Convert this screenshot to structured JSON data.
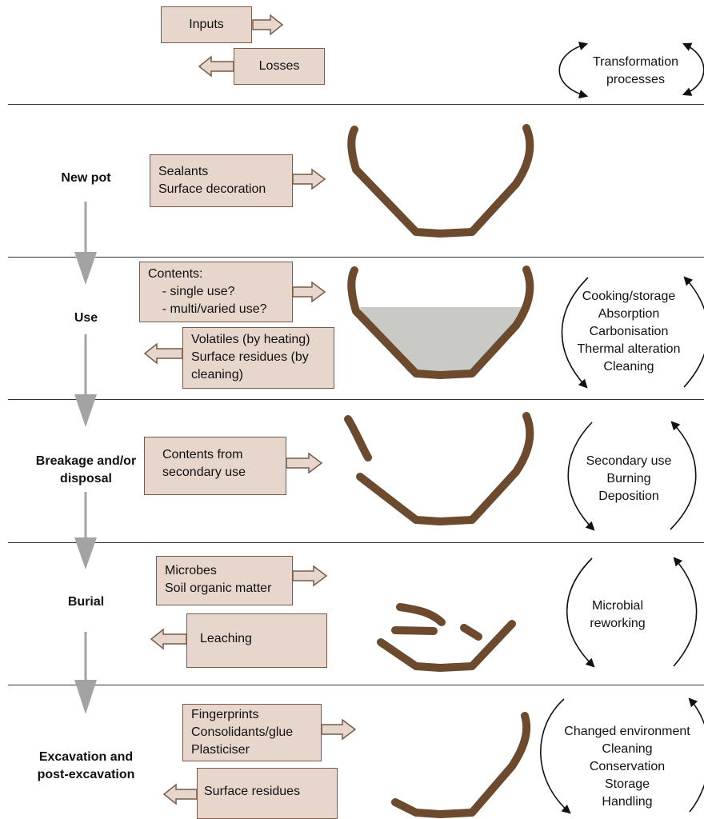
{
  "legend": {
    "inputs": "Inputs",
    "losses": "Losses",
    "transformation": "Transformation\nprocesses"
  },
  "stages": [
    {
      "name": "New pot",
      "inputs": "Sealants\nSurface decoration",
      "losses": "",
      "processes": ""
    },
    {
      "name": "Use",
      "inputs": "Contents:\n    - single use?\n    - multi/varied use?",
      "losses": "Volatiles (by heating)\nSurface residues (by\ncleaning)",
      "processes": "Cooking/storage\nAbsorption\nCarbonisation\nThermal alteration\nCleaning"
    },
    {
      "name": "Breakage and/or\ndisposal",
      "inputs": "Contents from\nsecondary use",
      "losses": "",
      "processes": "Secondary use\nBurning\nDeposition"
    },
    {
      "name": "Burial",
      "inputs": "Microbes\nSoil organic matter",
      "losses": "Leaching",
      "processes": "Microbial\nreworking"
    },
    {
      "name": "Excavation and\npost-excavation",
      "inputs": "Fingerprints\nConsolidants/glue\nPlasticiser",
      "losses": "Surface residues",
      "processes": "Changed environment\nCleaning\nConservation\nStorage\nHandling"
    }
  ],
  "colors": {
    "box_fill": "#e6d6cb",
    "box_border": "#7a5a47",
    "pot": "#6b4a2e",
    "stage_arrow": "#a3a3a3",
    "contents": "#c9c9c6"
  }
}
